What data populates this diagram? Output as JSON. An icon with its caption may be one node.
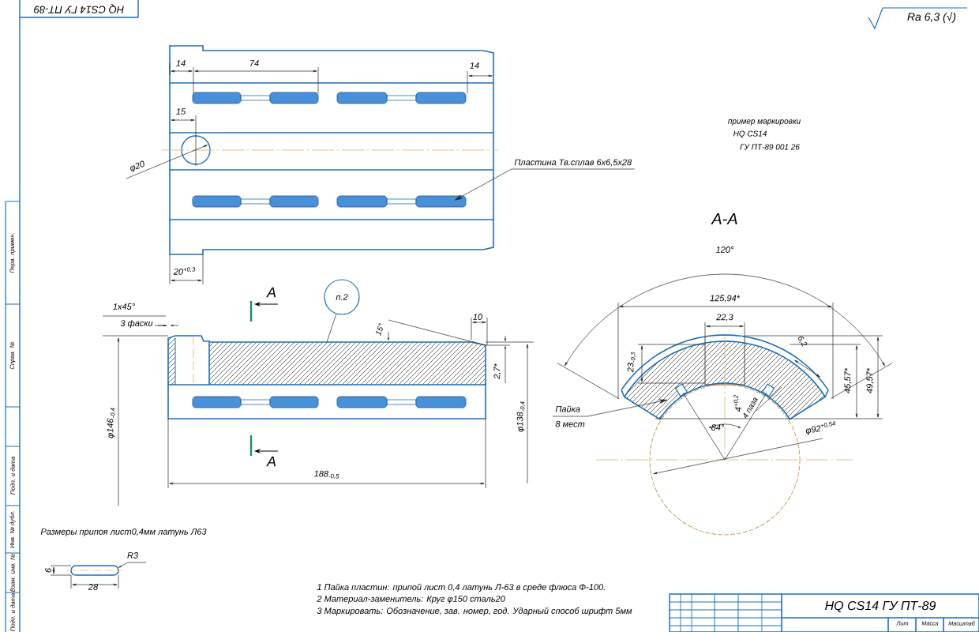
{
  "diagram": {
    "nodes": [
      {
        "text": [
          "Пластина Тв.сплав 6х6,5х28"
        ]
      },
      {
        "text": [
          "п.2"
        ]
      },
      {
        "text": [
          "Пайка",
          "8 мест"
        ]
      }
    ],
    "edges": [
      {
        "from": 0,
        "to": null,
        "arrow": "to"
      },
      {
        "from": 1,
        "to": null,
        "arrow": "none"
      },
      {
        "from": 2,
        "to": null,
        "arrow": "to"
      }
    ],
    "labels": [
      "HQ CS14 ГУ ПТ-89",
      "Ra 6,3 (√)",
      "14",
      "74",
      "14",
      "15",
      "φ20",
      "пример маркировки",
      "HQ CS14",
      "ГУ ПТ-89 001 26",
      "20$^{+0,3}$",
      "А",
      "А-А",
      "120°",
      "1х45°",
      "3 фаски",
      "10",
      "15°",
      "2,7*",
      "125,94*",
      "22,3",
      "6,2",
      "23$_{-0,3}$",
      "45,57*",
      "49,57*",
      "4$^{+0,2}$",
      "4 паза",
      "84°",
      "φ146$_{-0,4}$",
      "φ138$_{-0,4}$",
      "А",
      "φ92$^{+0,54}$",
      "188$_{-0,5}$",
      "Размеры припоя лист0,4мм латунь Л63",
      "R3",
      "6",
      "28",
      "1 Пайка пластин: припой лист 0,4 латунь Л-63 в среде флюса Ф-100.",
      "2 Материал-заменитель: Круг φ150 сталь20",
      "3 Маркировать: Обозначение, зав. номер, год. Ударный способ шрифт 5мм",
      "HQ CS14 ГУ ПТ-89",
      "Лит",
      "Масса",
      "Масштаб",
      "Перв. примен.",
      "Справ. №",
      "Подп. и дата",
      "Инв. № дубл.",
      "Взам. инв. №",
      "Подп. и дата"
    ]
  }
}
